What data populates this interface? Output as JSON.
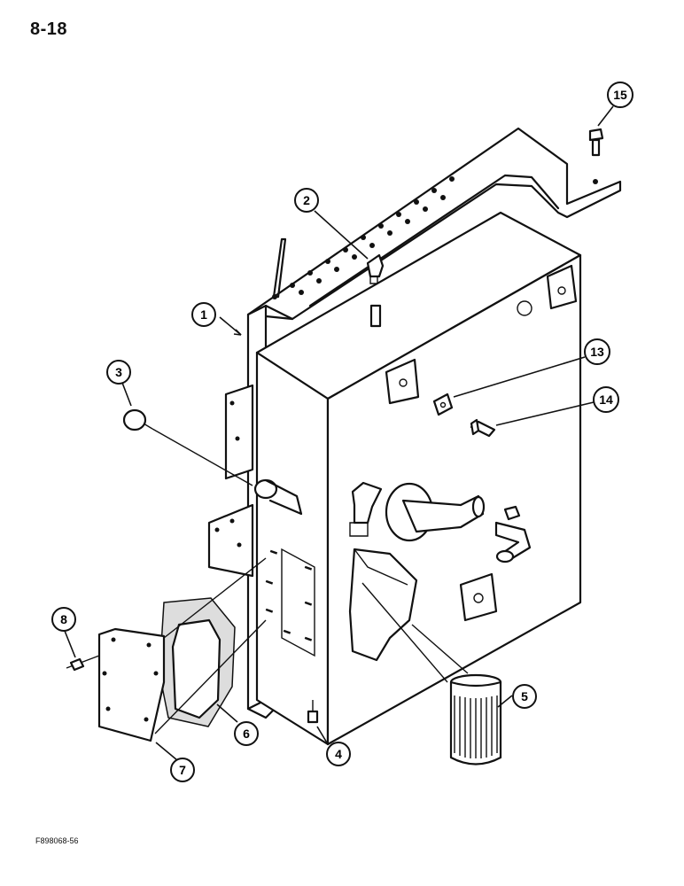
{
  "page_number": "8-18",
  "figure_code": "F898068-56",
  "callouts": [
    {
      "id": "1",
      "label": "1"
    },
    {
      "id": "2",
      "label": "2"
    },
    {
      "id": "3",
      "label": "3"
    },
    {
      "id": "4",
      "label": "4"
    },
    {
      "id": "5",
      "label": "5"
    },
    {
      "id": "6",
      "label": "6"
    },
    {
      "id": "7",
      "label": "7"
    },
    {
      "id": "8",
      "label": "8"
    },
    {
      "id": "13",
      "label": "13"
    },
    {
      "id": "14",
      "label": "14"
    },
    {
      "id": "15",
      "label": "15"
    }
  ]
}
